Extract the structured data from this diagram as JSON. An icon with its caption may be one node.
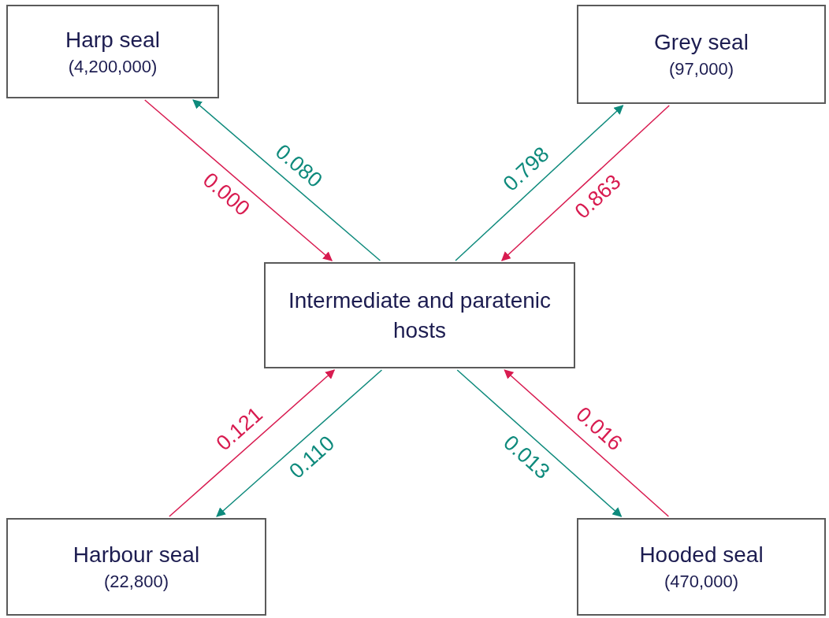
{
  "diagram": {
    "nodes": [
      {
        "text": [
          "Harp seal",
          "(4,200,000)"
        ]
      },
      {
        "text": [
          "Grey seal",
          "(97,000)"
        ]
      },
      {
        "text": [
          "Intermediate and paratenic hosts"
        ]
      },
      {
        "text": [
          "Harbour seal",
          "(22,800)"
        ]
      },
      {
        "text": [
          "Hooded seal",
          "(470,000)"
        ]
      }
    ],
    "edges": [
      {
        "from": 2,
        "to": 0,
        "arrow": "to",
        "label": "0.080",
        "color": "#0e8a7c"
      },
      {
        "from": 0,
        "to": 2,
        "arrow": "to",
        "label": "0.000",
        "color": "#d81b50"
      },
      {
        "from": 2,
        "to": 1,
        "arrow": "to",
        "label": "0.798",
        "color": "#0e8a7c"
      },
      {
        "from": 1,
        "to": 2,
        "arrow": "to",
        "label": "0.863",
        "color": "#d81b50"
      },
      {
        "from": 3,
        "to": 2,
        "arrow": "to",
        "label": "0.121",
        "color": "#d81b50"
      },
      {
        "from": 2,
        "to": 3,
        "arrow": "to",
        "label": "0.110",
        "color": "#0e8a7c"
      },
      {
        "from": 4,
        "to": 2,
        "arrow": "to",
        "label": "0.016",
        "color": "#d81b50"
      },
      {
        "from": 2,
        "to": 4,
        "arrow": "to",
        "label": "0.013",
        "color": "#0e8a7c"
      }
    ]
  }
}
